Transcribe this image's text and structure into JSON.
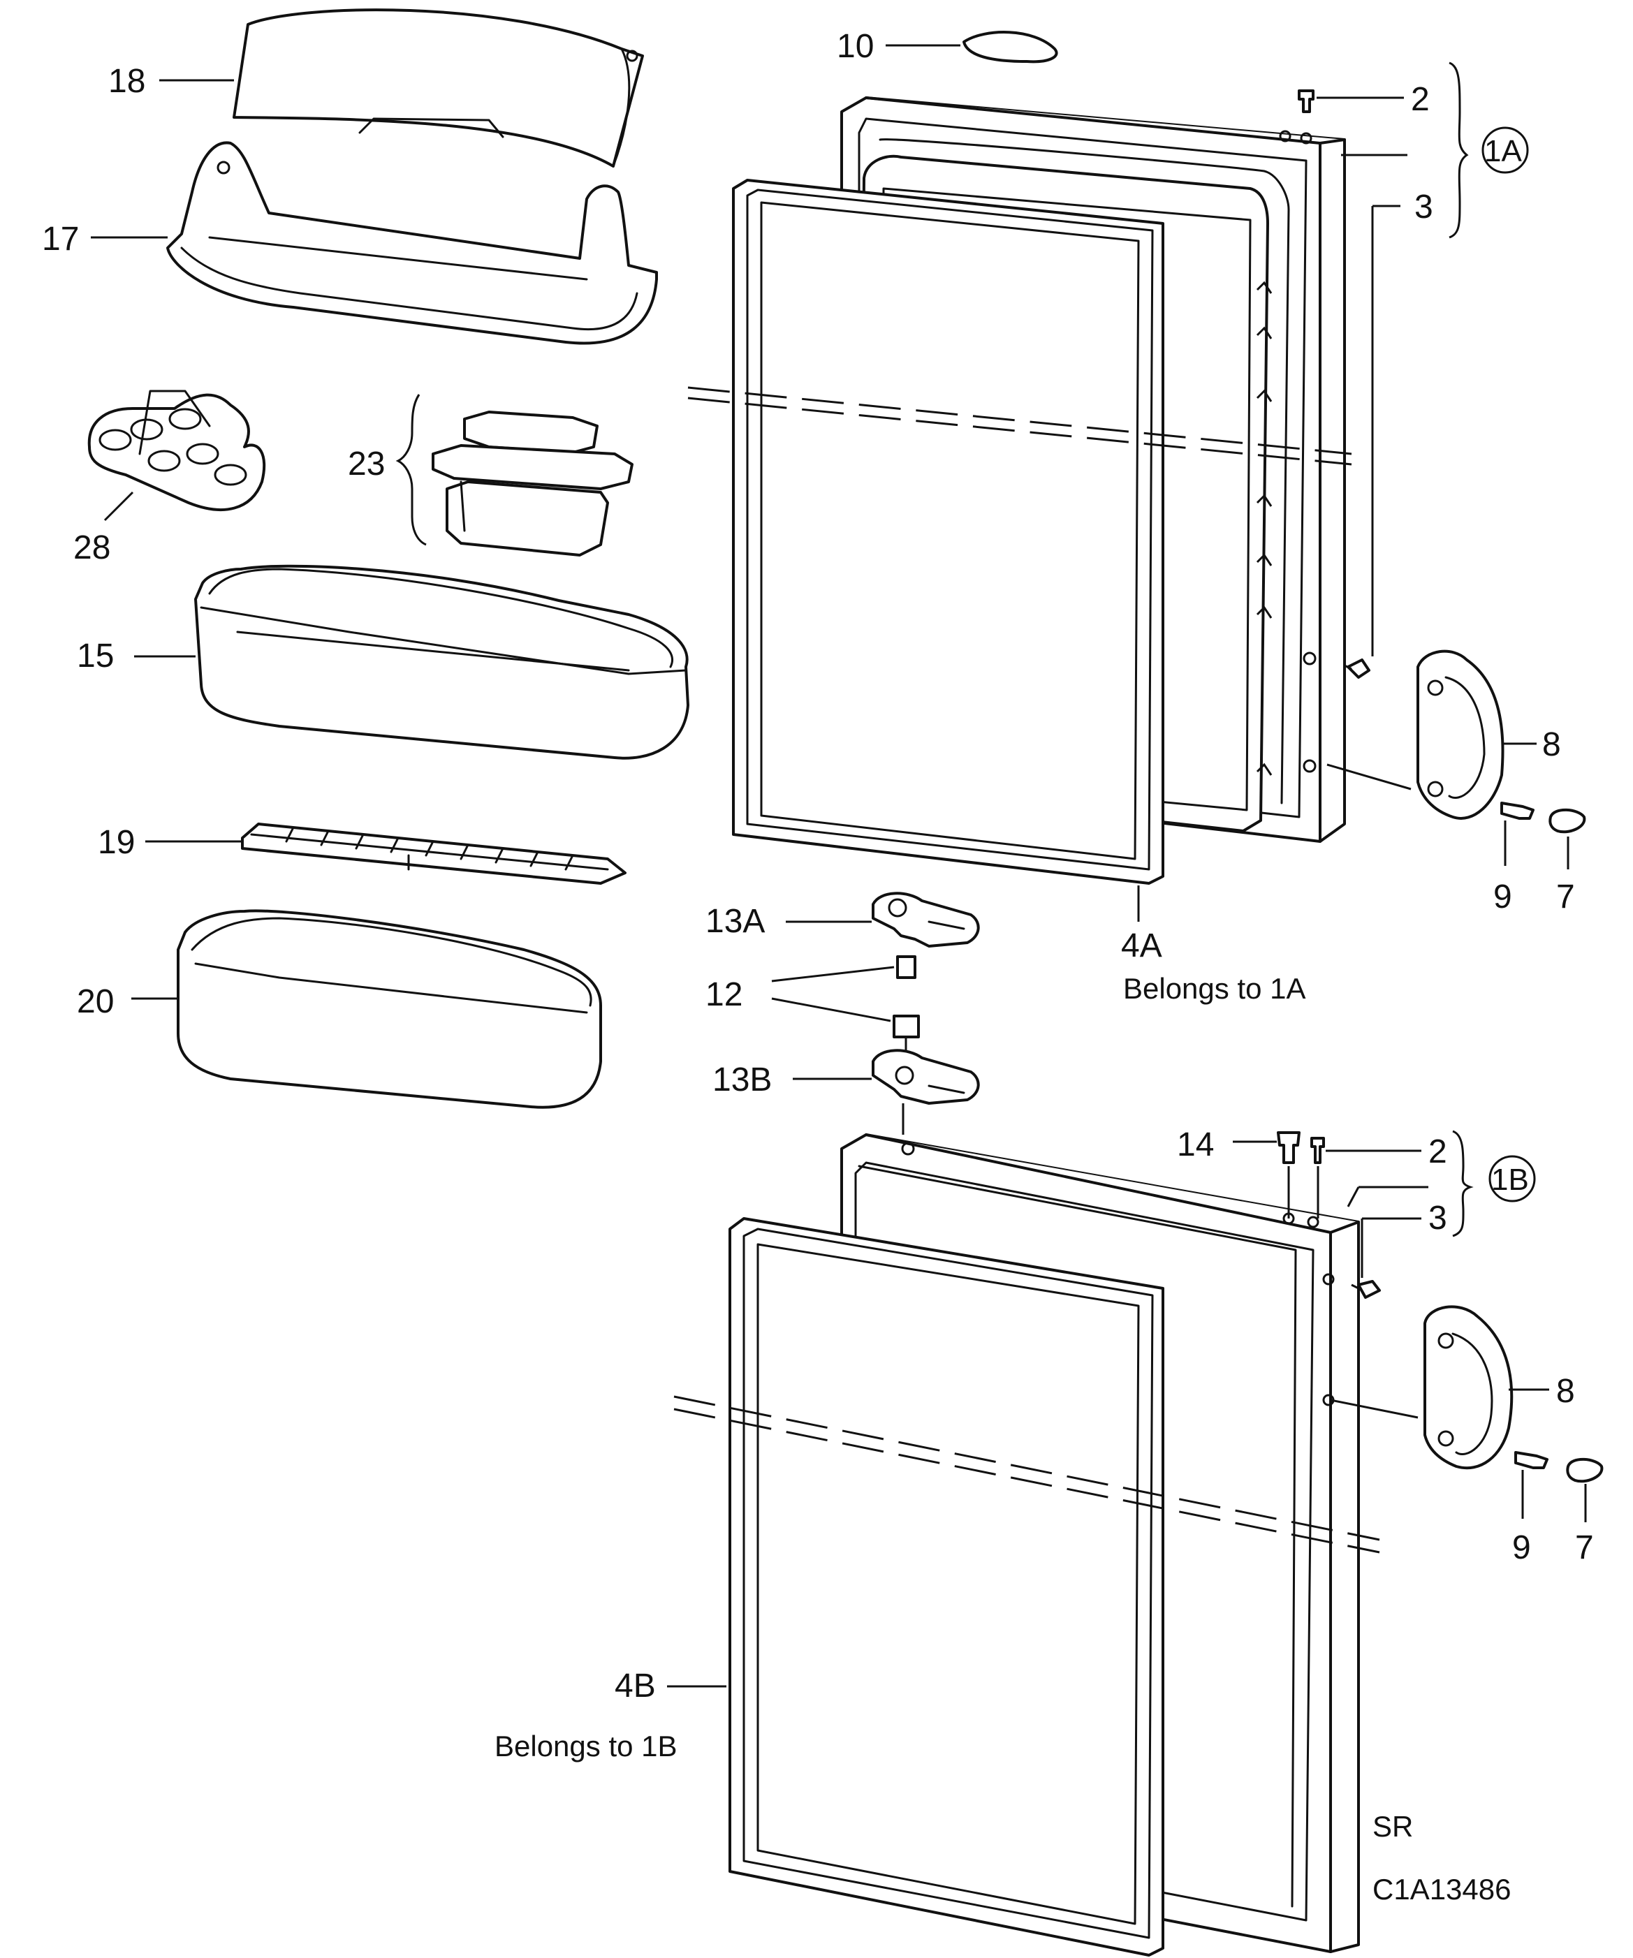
{
  "labels": {
    "p18": "18",
    "p17": "17",
    "p28": "28",
    "p23": "23",
    "p15": "15",
    "p19": "19",
    "p20": "20",
    "p10": "10",
    "p2a": "2",
    "p3a": "3",
    "p1a": "1A",
    "p8a": "8",
    "p9a": "9",
    "p7a": "7",
    "p13a": "13A",
    "p12": "12",
    "p13b": "13B",
    "p4a": "4A",
    "p14": "14",
    "p2b": "2",
    "p3b": "3",
    "p1b": "1B",
    "p8b": "8",
    "p9b": "9",
    "p7b": "7",
    "p4b": "4B"
  },
  "notes": {
    "belongs_4a": "Belongs to 1A",
    "belongs_4b": "Belongs to 1B"
  },
  "footer": {
    "code1": "SR",
    "code2": "C1A13486"
  }
}
